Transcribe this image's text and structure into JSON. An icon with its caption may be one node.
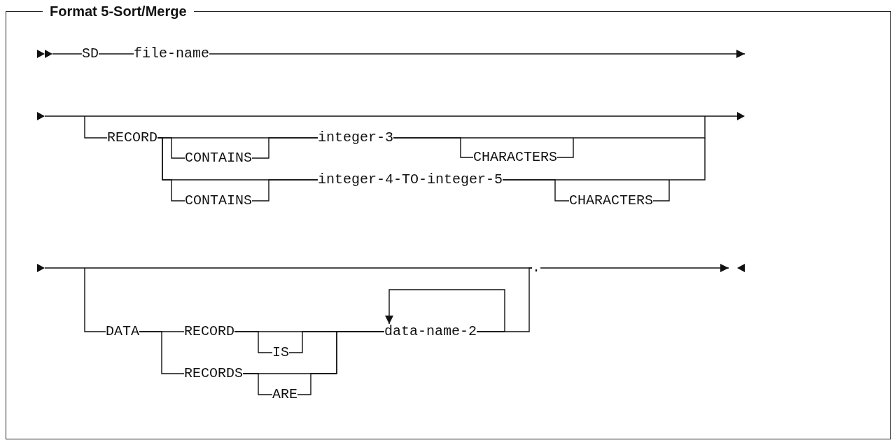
{
  "diagram": {
    "nodes": [
      {
        "text": [
          "Format 5-Sort/Merge"
        ]
      },
      {
        "text": [
          "SD"
        ],
        "in": 0
      },
      {
        "text": [
          "file-name"
        ],
        "in": 0
      },
      {
        "text": [
          "RECORD"
        ],
        "in": 0
      },
      {
        "text": [
          "CONTAINS"
        ],
        "in": 0
      },
      {
        "text": [
          "integer-3"
        ],
        "in": 0
      },
      {
        "text": [
          "CHARACTERS"
        ],
        "in": 0
      },
      {
        "text": [
          "CONTAINS"
        ],
        "in": 0
      },
      {
        "text": [
          "integer-4-TO-integer-5"
        ],
        "in": 0
      },
      {
        "text": [
          "CHARACTERS"
        ],
        "in": 0
      },
      {
        "text": [
          "DATA"
        ],
        "in": 0
      },
      {
        "text": [
          "RECORD"
        ],
        "in": 0
      },
      {
        "text": [
          "IS"
        ],
        "in": 0
      },
      {
        "text": [
          "RECORDS"
        ],
        "in": 0
      },
      {
        "text": [
          "ARE"
        ],
        "in": 0
      },
      {
        "text": [
          "data-name-2"
        ],
        "in": 0
      },
      {
        "text": [
          "."
        ],
        "in": 0
      },
      {
        "text": [],
        "shape": "double-arrowhead",
        "in": 0
      },
      {
        "text": [],
        "shape": "arrowhead",
        "in": 0
      }
    ],
    "edges": [
      {
        "from": 17,
        "to": 1,
        "arrow": "none"
      },
      {
        "from": 1,
        "to": 2,
        "arrow": "none"
      },
      {
        "from": 2,
        "to": null,
        "arrow": "to"
      },
      {
        "from": null,
        "to": 3,
        "arrow": "none"
      },
      {
        "from": 3,
        "to": 4,
        "arrow": "none"
      },
      {
        "from": 3,
        "to": 5,
        "arrow": "none"
      },
      {
        "from": 4,
        "to": 5,
        "arrow": "none"
      },
      {
        "from": 5,
        "to": 6,
        "arrow": "none"
      },
      {
        "from": 3,
        "to": 7,
        "arrow": "none"
      },
      {
        "from": 3,
        "to": 8,
        "arrow": "none"
      },
      {
        "from": 7,
        "to": 8,
        "arrow": "none"
      },
      {
        "from": 8,
        "to": 9,
        "arrow": "none"
      },
      {
        "from": 5,
        "to": null,
        "arrow": "none"
      },
      {
        "from": 6,
        "to": null,
        "arrow": "none"
      },
      {
        "from": 8,
        "to": null,
        "arrow": "none"
      },
      {
        "from": 9,
        "to": null,
        "arrow": "none"
      },
      {
        "from": null,
        "to": 10,
        "arrow": "none"
      },
      {
        "from": 10,
        "to": 11,
        "arrow": "none"
      },
      {
        "from": 10,
        "to": 13,
        "arrow": "none"
      },
      {
        "from": 11,
        "to": 12,
        "arrow": "none"
      },
      {
        "from": 11,
        "to": 15,
        "arrow": "none"
      },
      {
        "from": 12,
        "to": 15,
        "arrow": "none"
      },
      {
        "from": 13,
        "to": 14,
        "arrow": "none"
      },
      {
        "from": 13,
        "to": 15,
        "arrow": "none"
      },
      {
        "from": 14,
        "to": 15,
        "arrow": "none"
      },
      {
        "from": 15,
        "to": 15,
        "arrow": "to"
      },
      {
        "from": 15,
        "to": 16,
        "arrow": "none"
      },
      {
        "from": 18,
        "to": 16,
        "arrow": "none"
      },
      {
        "from": 16,
        "to": null,
        "arrow": "to"
      }
    ]
  }
}
